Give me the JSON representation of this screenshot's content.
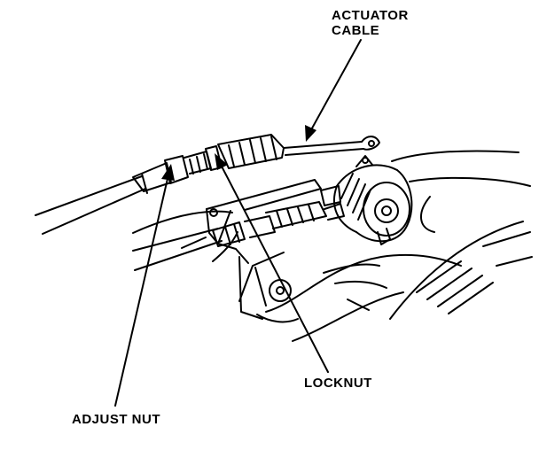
{
  "labels": {
    "actuator_cable_line1": "ACTUATOR",
    "actuator_cable_line2": "CABLE",
    "locknut": "LOCKNUT",
    "adjust_nut": "ADJUST NUT"
  },
  "colors": {
    "ink": "#000000",
    "paper": "#ffffff"
  }
}
